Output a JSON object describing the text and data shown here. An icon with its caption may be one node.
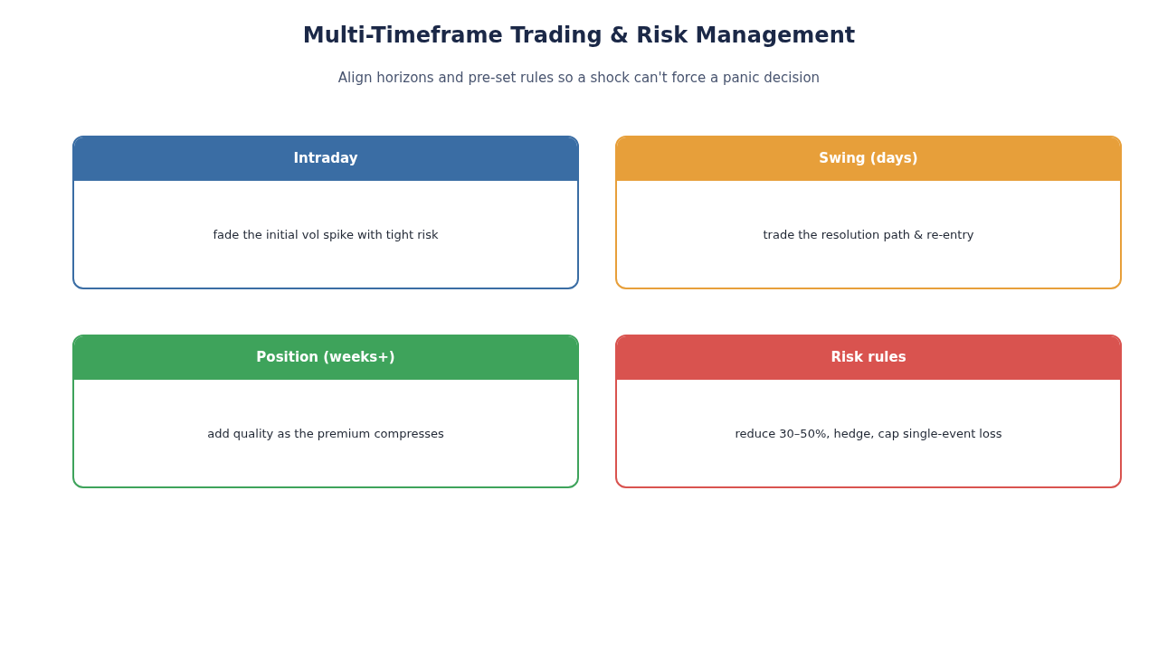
{
  "diagram": {
    "title": "Multi-Timeframe Trading & Risk Management",
    "nodes": [
      {
        "text": [
          "Intraday",
          "fade the initial vol spike with tight risk"
        ]
      },
      {
        "text": [
          "Swing (days)",
          "trade the resolution path & re-entry"
        ]
      },
      {
        "text": [
          "Position (weeks+)",
          "add quality as the premium compresses"
        ]
      },
      {
        "text": [
          "Risk rules",
          "reduce 30–50%, hedge, cap single-event loss"
        ]
      }
    ],
    "labels": [
      "Align horizons and pre-set rules so a shock can't force a panic decision"
    ]
  }
}
